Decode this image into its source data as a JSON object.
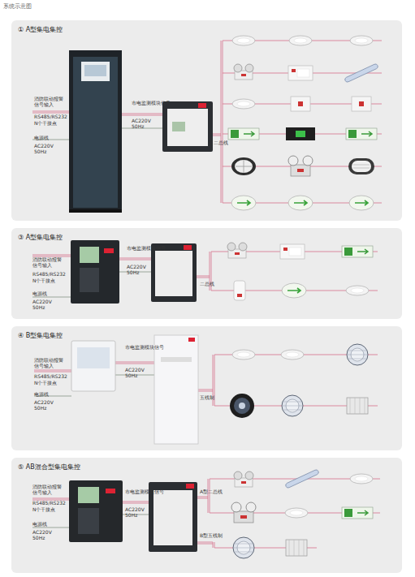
{
  "diagram": {
    "title": "系统示意图",
    "nodes": [
      {
        "text": [
          "① A型集电集控"
        ]
      },
      {
        "text": [
          "③ A型集电集控"
        ]
      },
      {
        "text": [
          "④ B型集电集控"
        ]
      },
      {
        "text": [
          "⑤ AB混合型集电集控"
        ]
      }
    ],
    "labels": [
      "消防联动报警信号输入",
      "RS485/RS232",
      "N个干接点",
      "电源线",
      "AC220V 50Hz",
      "市电监测模块信号",
      "AC220V 50Hz",
      "二总线",
      "消防联动报警信号输入",
      "RS485/RS232",
      "N个干接点",
      "电源线",
      "AC220V 50Hz",
      "市电监测模块信号",
      "AC220V 50Hz",
      "二总线",
      "消防联动报警信号输入",
      "RS485/RS232",
      "N个干接点",
      "电源线",
      "AC220V 50Hz",
      "市电监测模块信号",
      "AC220V 50Hz",
      "五线制",
      "消防联动报警信号输入",
      "RS485/RS232",
      "N个干接点",
      "电源线",
      "AC220V 50Hz",
      "市电监测模块信号",
      "AC220V 50Hz",
      "A型二总线",
      "B型五线制"
    ]
  }
}
